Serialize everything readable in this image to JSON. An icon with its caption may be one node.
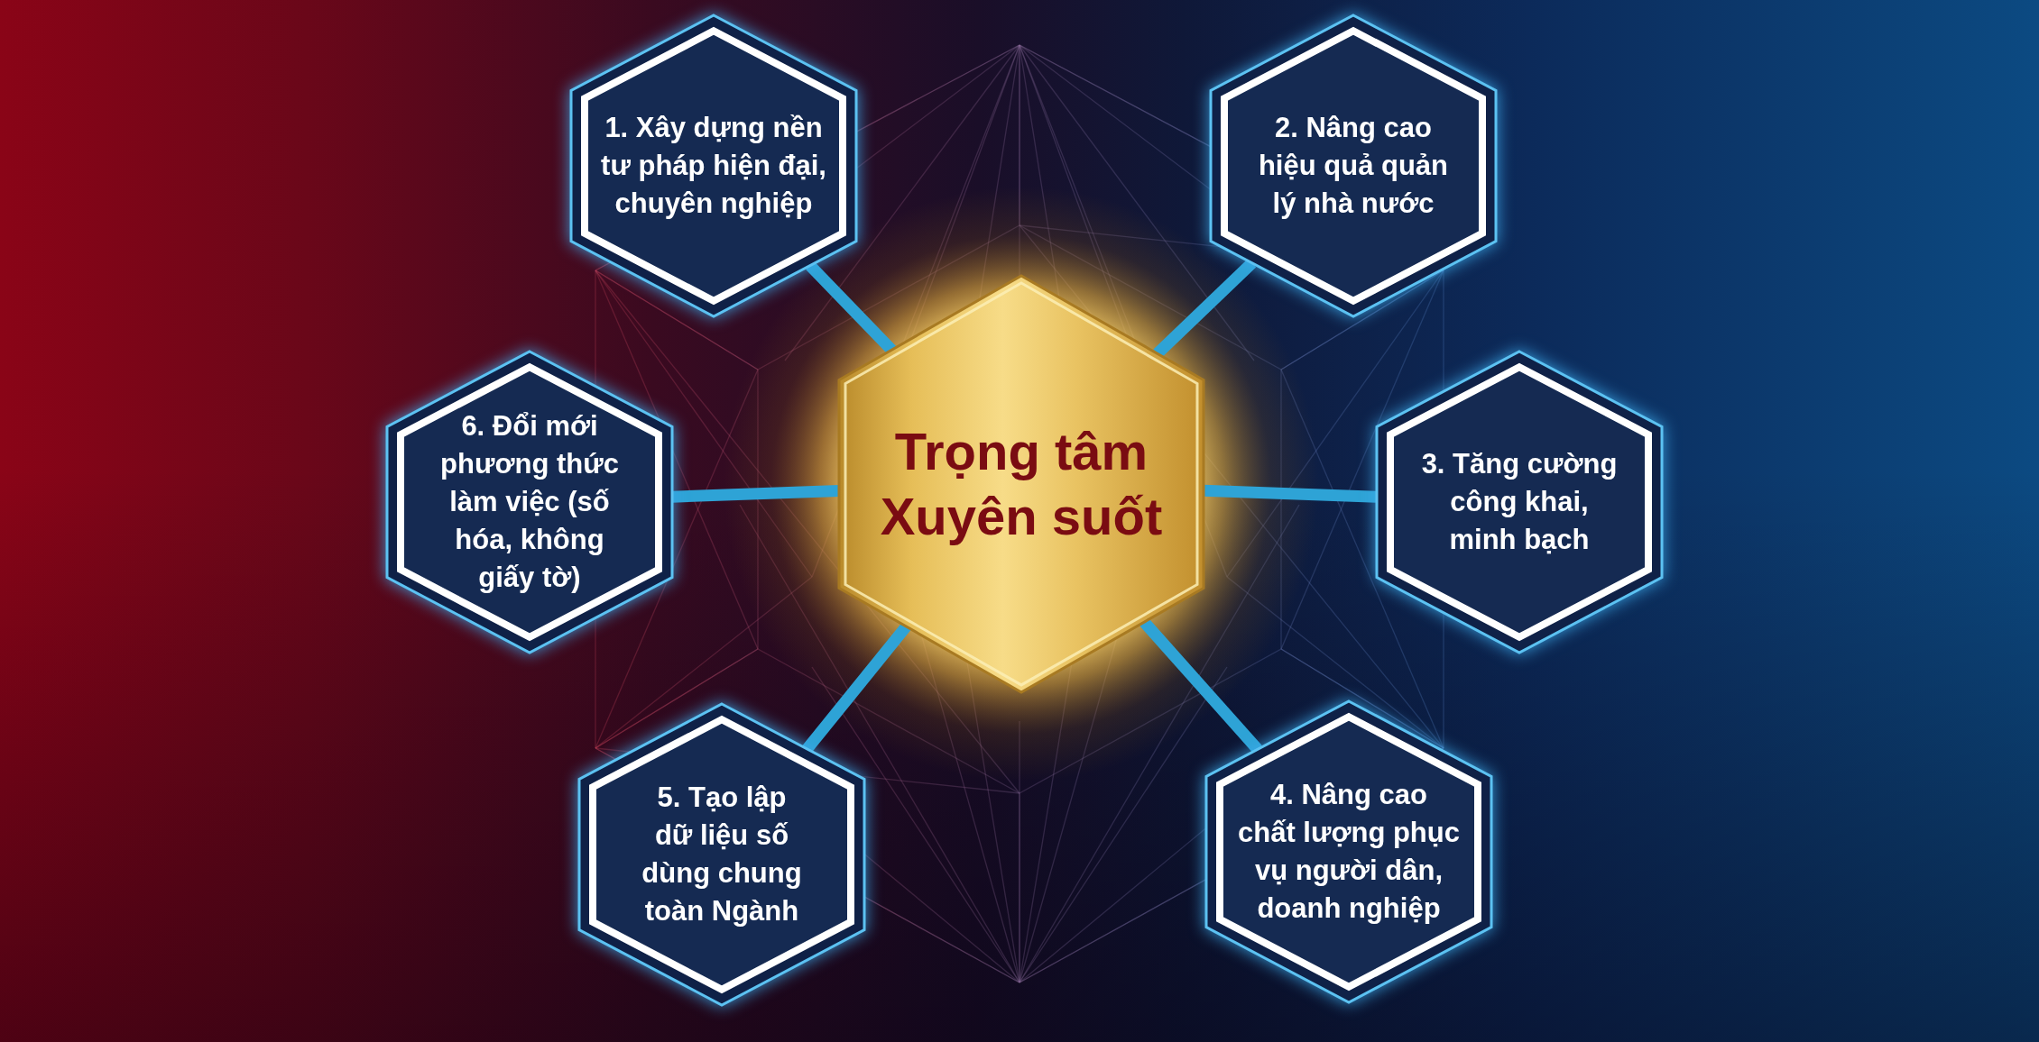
{
  "diagram": {
    "nodes": [
      {
        "text": [
          "Trọng tâm Xuyên suốt"
        ]
      },
      {
        "text": [
          "1. Xây dựng nền tư pháp hiện đại, chuyên nghiệp"
        ]
      },
      {
        "text": [
          "2. Nâng cao hiệu quả quản lý nhà nước"
        ]
      },
      {
        "text": [
          "3. Tăng cường công khai, minh bạch"
        ]
      },
      {
        "text": [
          "4. Nâng cao chất lượng phục vụ người dân, doanh nghiệp"
        ]
      },
      {
        "text": [
          "5. Tạo lập dữ liệu số dùng chung toàn Ngành"
        ]
      },
      {
        "text": [
          "6. Đổi mới phương thức làm việc (số hóa, không giấy tờ)"
        ]
      }
    ],
    "edges": [
      {
        "from": 0,
        "to": 1,
        "arrow": "none"
      },
      {
        "from": 0,
        "to": 2,
        "arrow": "none"
      },
      {
        "from": 0,
        "to": 3,
        "arrow": "none"
      },
      {
        "from": 0,
        "to": 4,
        "arrow": "none"
      },
      {
        "from": 0,
        "to": 5,
        "arrow": "none"
      },
      {
        "from": 0,
        "to": 6,
        "arrow": "none"
      }
    ]
  }
}
